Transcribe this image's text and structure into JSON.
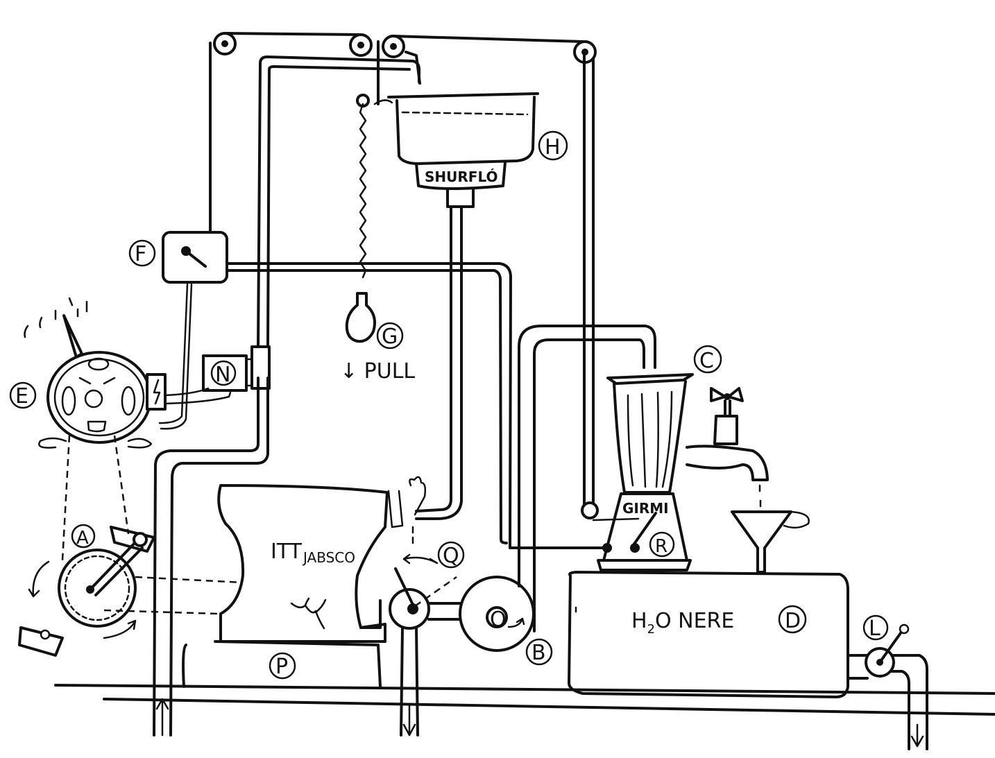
{
  "labels": {
    "A": "A",
    "B": "B",
    "C": "C",
    "D": "D",
    "E": "E",
    "F": "F",
    "G": "G",
    "H": "H",
    "L": "L",
    "N": "N",
    "O": "O",
    "P": "P",
    "Q": "Q",
    "R": "R"
  },
  "text": {
    "shurflo": "SHURFLÓ",
    "itt": "ITT",
    "jabsco": "JABSCO",
    "girmi": "GIRMI",
    "h2o": "H",
    "h2o_sub": "2",
    "h2o_rest": "O NERE",
    "pull": "↓ PULL"
  }
}
